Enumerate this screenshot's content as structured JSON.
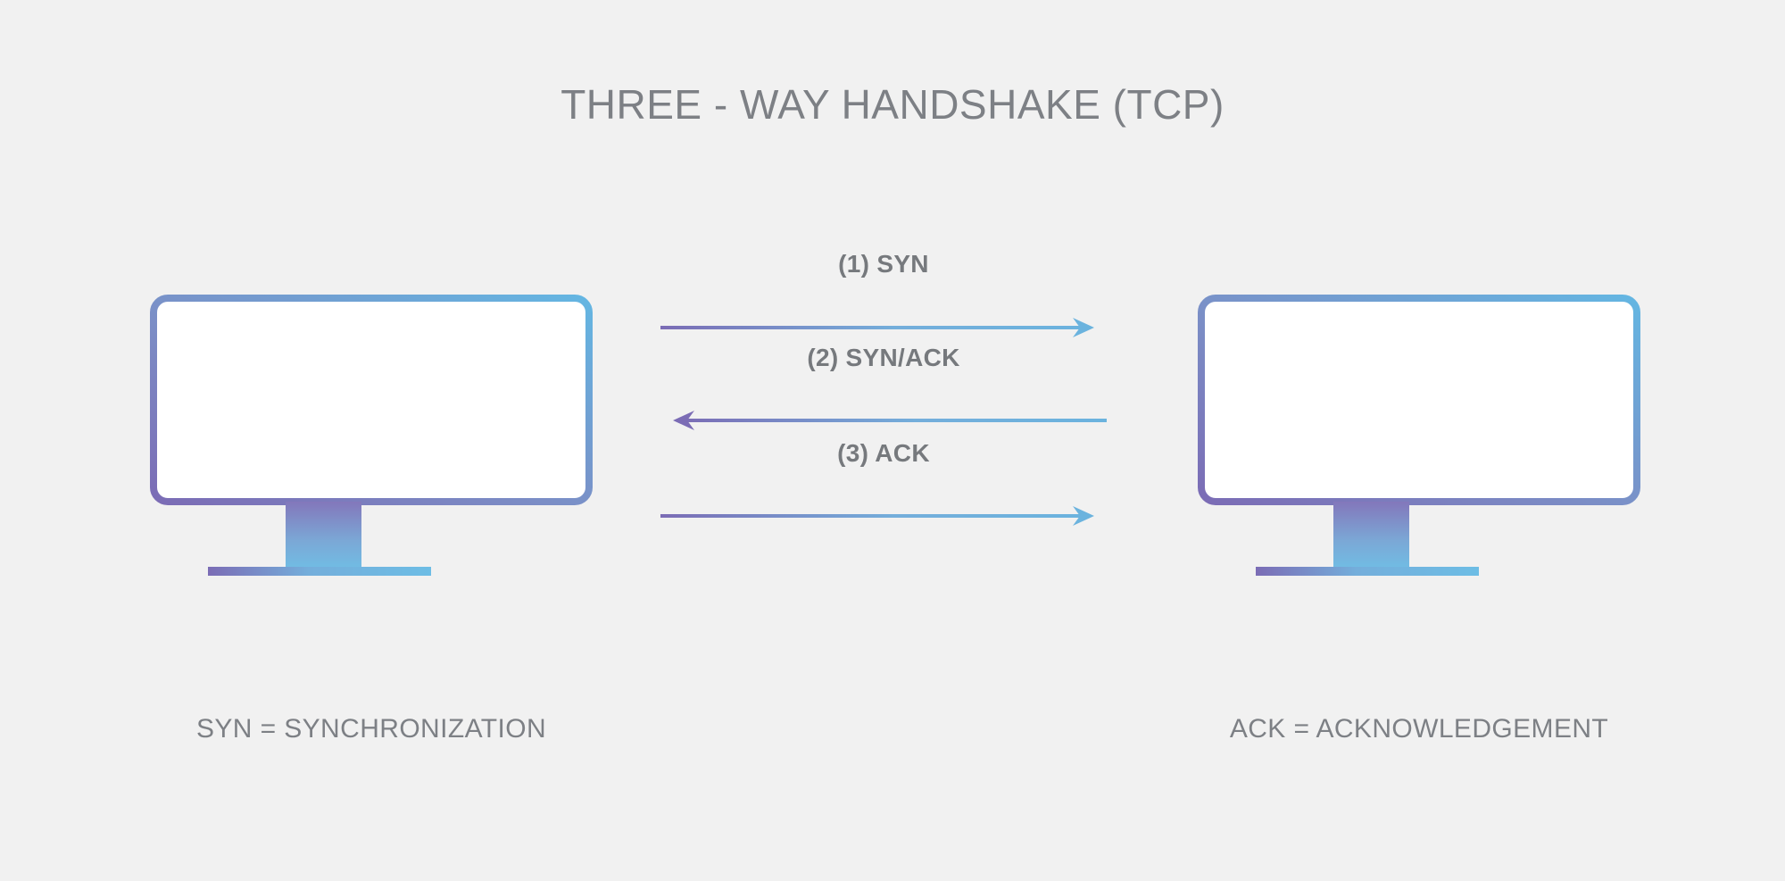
{
  "diagram": {
    "title": "THREE - WAY HANDSHAKE (TCP)",
    "background_color": "#f1f1f1",
    "title_color": "#7d8085",
    "accent_purple": "#7b6cb5",
    "accent_blue": "#6bb3de",
    "label_color": "#76797d"
  },
  "nodes": [
    {
      "id": "client",
      "icon": "monitor-icon",
      "caption": "SYN = SYNCHRONIZATION",
      "side": "left"
    },
    {
      "id": "server",
      "icon": "monitor-icon",
      "caption": "ACK = ACKNOWLEDGEMENT",
      "side": "right"
    }
  ],
  "messages": [
    {
      "step": "1",
      "label": "(1) SYN",
      "direction": "right"
    },
    {
      "step": "2",
      "label": "(2) SYN/ACK",
      "direction": "left"
    },
    {
      "step": "3",
      "label": "(3) ACK",
      "direction": "right"
    }
  ]
}
